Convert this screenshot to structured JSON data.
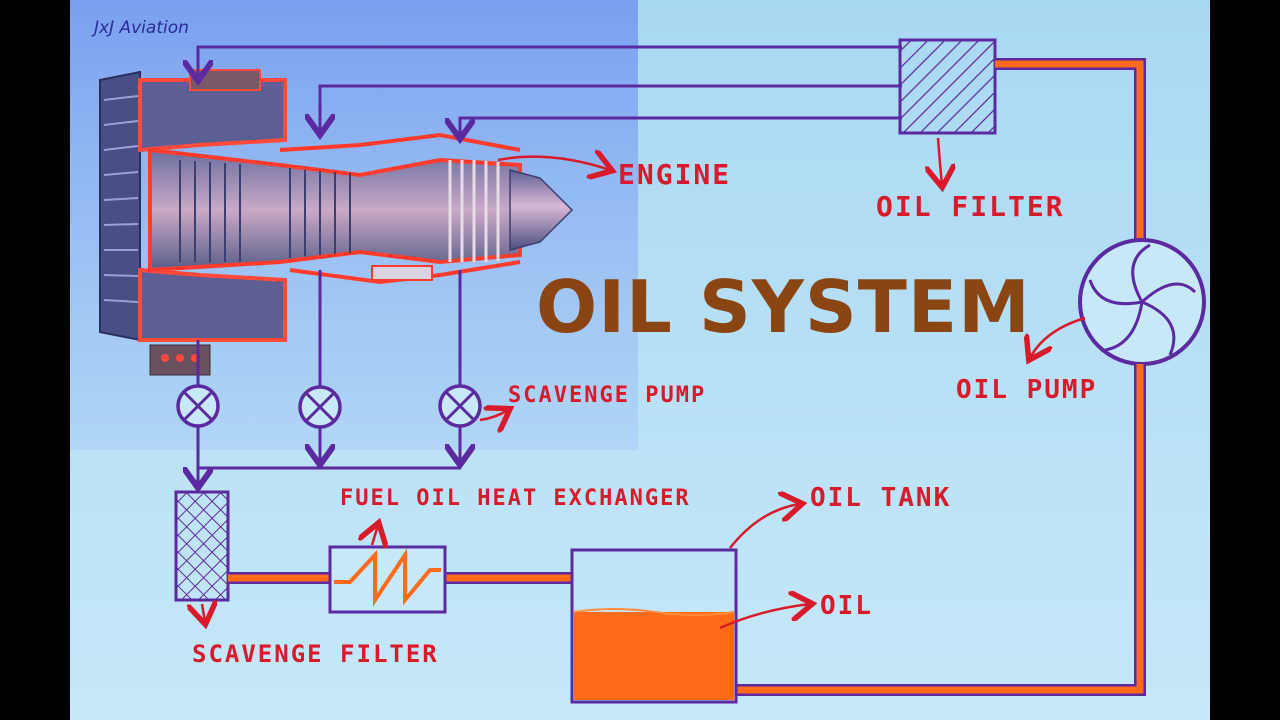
{
  "brand": "JxJ Aviation",
  "title": "OIL SYSTEM",
  "labels": {
    "engine": "ENGINE",
    "oil_filter": "OIL FILTER",
    "oil_pump": "OIL PUMP",
    "scavenge_pump": "SCAVENGE PUMP",
    "fuel_oil_heat_exchanger": "FUEL OIL HEAT EXCHANGER",
    "oil_tank": "OIL TANK",
    "oil": "OIL",
    "scavenge_filter": "SCAVENGE FILTER"
  },
  "colors": {
    "background": "#bde3f7",
    "engine_panel": "#7fa6f0",
    "supply_line": "#5b2aa0",
    "oil_line": "#ff6a1a",
    "label_red": "#d81a2a",
    "title_brown": "#8b4513"
  }
}
